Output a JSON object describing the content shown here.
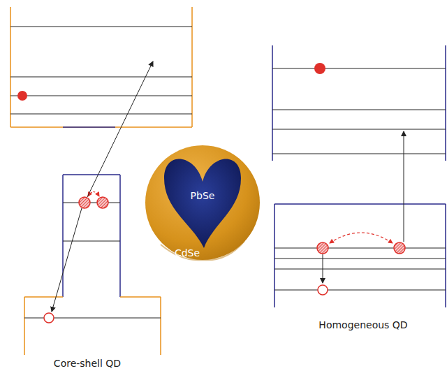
{
  "diagram": {
    "labels": [
      "PbSe",
      "CdSe",
      "Core-shell QD",
      "Homogeneous QD"
    ]
  }
}
